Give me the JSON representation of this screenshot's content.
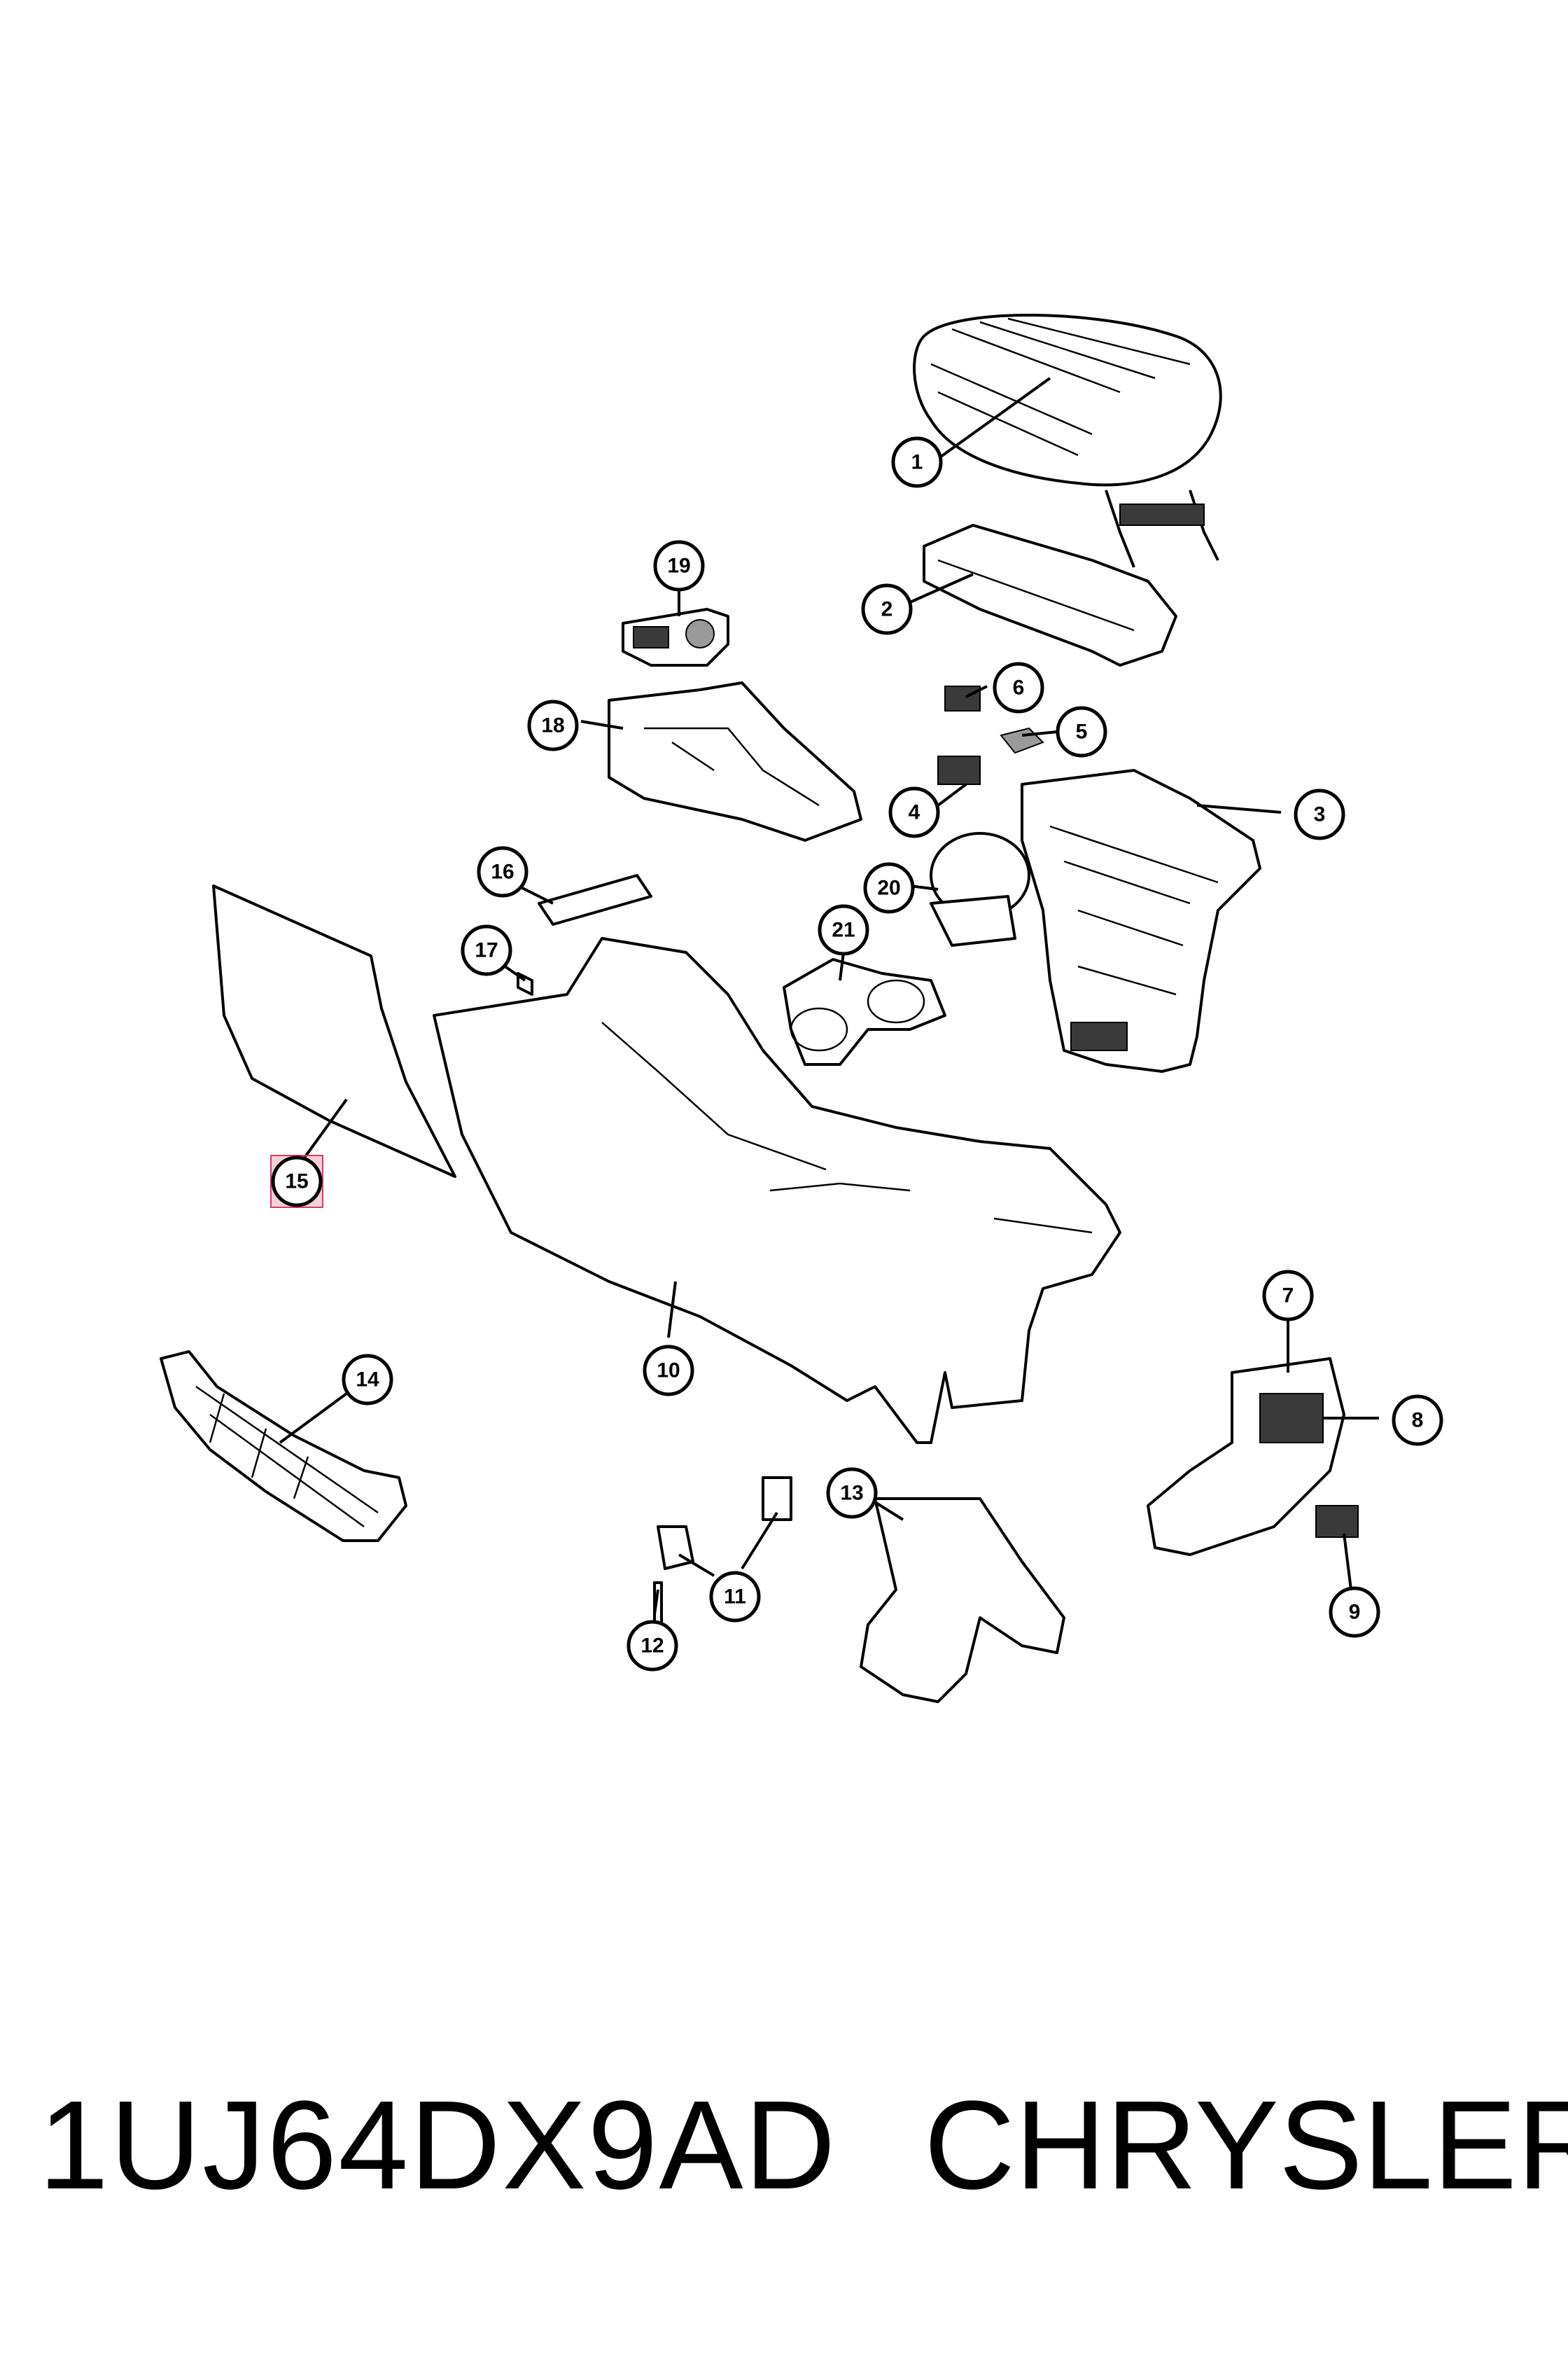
{
  "footer": {
    "part_number": "1UJ64DX9AD",
    "brand": "CHRYSLER"
  },
  "callouts": [
    "1",
    "2",
    "3",
    "4",
    "5",
    "6",
    "7",
    "8",
    "9",
    "10",
    "11",
    "12",
    "13",
    "14",
    "15",
    "16",
    "17",
    "18",
    "19",
    "20",
    "21"
  ],
  "highlighted_callout": "15",
  "colors": {
    "highlight": "#e6788c",
    "line": "#000000"
  }
}
